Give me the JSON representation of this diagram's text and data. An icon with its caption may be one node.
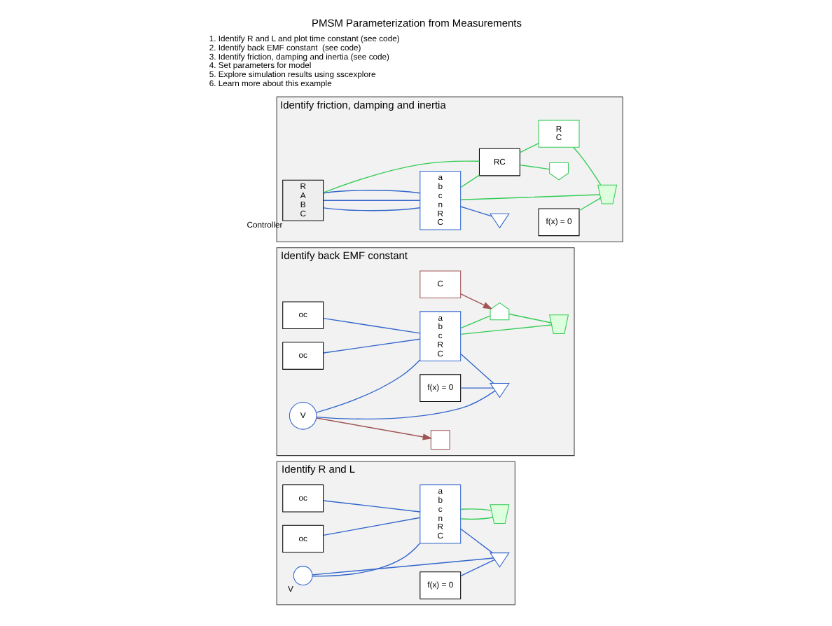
{
  "diagram": {
    "title": "PMSM Parameterization from Measurements",
    "nodes": [
      {
        "text": [
          "Identify R and L"
        ]
      },
      {
        "text": [],
        "shape": "circle",
        "beside": [
          "V"
        ],
        "in": 0
      },
      {
        "text": [],
        "shape": "ground",
        "in": 0
      },
      {
        "text": [
          "oc"
        ],
        "in": 0
      },
      {
        "text": [
          "oc"
        ],
        "in": 0
      },
      {
        "text": [
          "a",
          "b",
          "c",
          "n",
          "R",
          "C"
        ],
        "in": 0
      },
      {
        "text": [],
        "shape": "reference",
        "in": 0
      },
      {
        "text": [
          "f(x) = 0"
        ],
        "in": 0
      },
      {
        "text": [
          "Identify back EMF constant"
        ]
      },
      {
        "text": [
          "oc"
        ],
        "in": 8
      },
      {
        "text": [
          "V"
        ],
        "in": 8
      },
      {
        "text": [],
        "shape": "box",
        "in": 8
      },
      {
        "text": [],
        "shape": "ground",
        "in": 8
      },
      {
        "text": [
          "oc"
        ],
        "in": 8
      },
      {
        "text": [
          "a",
          "b",
          "c",
          "R",
          "C"
        ],
        "in": 8
      },
      {
        "text": [
          "f(x) = 0"
        ],
        "in": 8
      },
      {
        "text": [],
        "shape": "sensor",
        "in": 8
      },
      {
        "text": [
          "C"
        ],
        "in": 8
      },
      {
        "text": [],
        "shape": "reference",
        "in": 8
      },
      {
        "text": [
          "Identify friction, damping and inertia"
        ]
      },
      {
        "text": [
          "R",
          "A",
          "B",
          "C"
        ],
        "beside": [
          "Controller"
        ],
        "in": 19
      },
      {
        "text": [
          "a",
          "b",
          "c",
          "n",
          "R",
          "C"
        ],
        "in": 19
      },
      {
        "text": [],
        "shape": "ground",
        "in": 19
      },
      {
        "text": [
          "RC"
        ],
        "in": 19
      },
      {
        "text": [],
        "shape": "inertia",
        "in": 19
      },
      {
        "text": [
          "R",
          "C"
        ],
        "in": 19
      },
      {
        "text": [],
        "shape": "reference",
        "in": 19
      },
      {
        "text": [
          "f(x) = 0"
        ],
        "in": 19
      }
    ],
    "edges": [
      {
        "from": 1,
        "to": 5,
        "arrow": "none"
      },
      {
        "from": 1,
        "to": 2,
        "arrow": "none"
      },
      {
        "from": 5,
        "to": 2,
        "arrow": "none"
      },
      {
        "from": 3,
        "to": 5,
        "arrow": "none"
      },
      {
        "from": 4,
        "to": 5,
        "arrow": "none"
      },
      {
        "from": 7,
        "to": 2,
        "arrow": "none"
      },
      {
        "from": 5,
        "to": 6,
        "arrow": "none",
        "color": "#33cc55"
      },
      {
        "from": 5,
        "to": 6,
        "arrow": "none",
        "color": "#33cc55"
      },
      {
        "from": 9,
        "to": 14,
        "arrow": "none"
      },
      {
        "from": 10,
        "to": 14,
        "arrow": "none"
      },
      {
        "from": 10,
        "to": 11,
        "arrow": "to",
        "color": "#a05555"
      },
      {
        "from": 10,
        "to": 12,
        "arrow": "none"
      },
      {
        "from": 14,
        "to": 12,
        "arrow": "none"
      },
      {
        "from": 13,
        "to": 14,
        "arrow": "none"
      },
      {
        "from": 15,
        "to": 12,
        "arrow": "none"
      },
      {
        "from": 14,
        "to": 16,
        "arrow": "none",
        "color": "#33cc55"
      },
      {
        "from": 14,
        "to": 18,
        "arrow": "none",
        "color": "#33cc55"
      },
      {
        "from": 16,
        "to": 18,
        "arrow": "none",
        "color": "#33cc55"
      },
      {
        "from": 17,
        "to": 16,
        "arrow": "to",
        "color": "#a05555"
      },
      {
        "from": 20,
        "to": 21,
        "arrow": "none"
      },
      {
        "from": 20,
        "to": 21,
        "arrow": "none"
      },
      {
        "from": 20,
        "to": 21,
        "arrow": "none"
      },
      {
        "from": 21,
        "to": 22,
        "arrow": "none"
      },
      {
        "from": 20,
        "to": 23,
        "arrow": "none",
        "color": "#33cc55"
      },
      {
        "from": 21,
        "to": 23,
        "arrow": "none",
        "color": "#33cc55"
      },
      {
        "from": 23,
        "to": 24,
        "arrow": "none",
        "color": "#33cc55"
      },
      {
        "from": 23,
        "to": 25,
        "arrow": "none",
        "color": "#33cc55"
      },
      {
        "from": 25,
        "to": 26,
        "arrow": "none",
        "color": "#33cc55"
      },
      {
        "from": 21,
        "to": 26,
        "arrow": "none",
        "color": "#33cc55"
      },
      {
        "from": 27,
        "to": 26,
        "arrow": "none",
        "color": "#33cc55"
      }
    ],
    "labels": [
      "1. Identify R and L and plot time constant (see code)",
      "2. Identify back EMF constant  (see code)",
      "3. Identify friction, damping and inertia (see code)",
      "4. Set parameters for model",
      "5. Explore simulation results using sscexplore",
      "6. Learn more about this example"
    ]
  }
}
